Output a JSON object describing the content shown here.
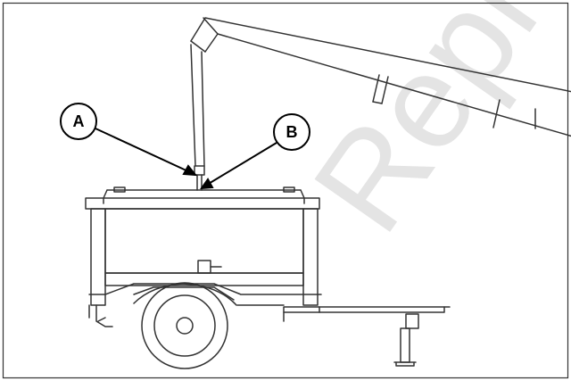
{
  "figure": {
    "callouts": [
      {
        "id": "A",
        "label": "A"
      },
      {
        "id": "B",
        "label": "B"
      }
    ],
    "watermark": "Repr",
    "colors": {
      "line": "#333333",
      "background": "#ffffff",
      "watermark": "#e4e4e4"
    }
  }
}
